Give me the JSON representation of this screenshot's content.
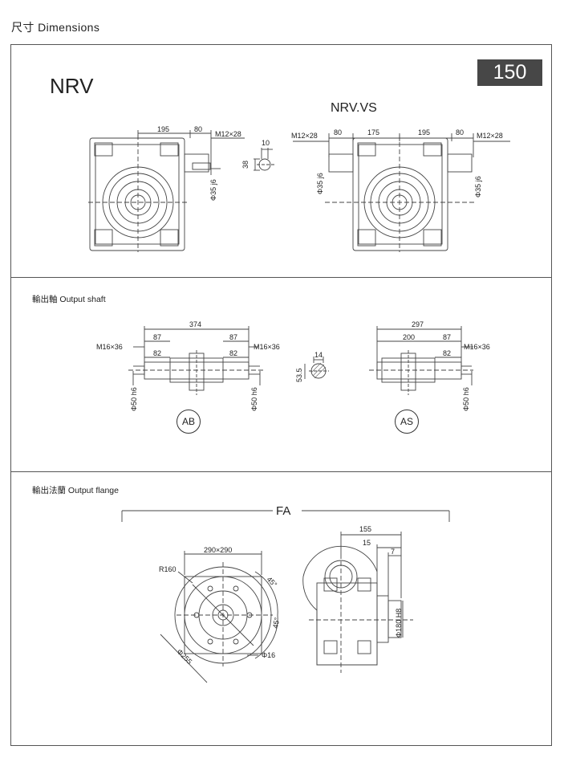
{
  "header": {
    "title": "尺寸 Dimensions"
  },
  "top": {
    "model": "NRV",
    "size_badge": "150",
    "variant": "NRV.VS",
    "dims": {
      "d195": "195",
      "d80": "80",
      "m12": "M12×28",
      "d10": "10",
      "d38": "38",
      "phi35": "Φ35 j6",
      "d175": "175"
    }
  },
  "output_shaft": {
    "title": "輸出軸 Output shaft",
    "dims": {
      "d374": "374",
      "d87": "87",
      "d82": "82",
      "m16": "M16×36",
      "d14": "14",
      "d53": "53.5",
      "phi50": "Φ50 h6",
      "d297": "297",
      "d200": "200"
    },
    "label_ab": "AB",
    "label_as": "AS"
  },
  "output_flange": {
    "title": "輸出法蘭  Output flange",
    "fa": "FA",
    "dims": {
      "sq": "290×290",
      "r160": "R160",
      "a45a": "45°",
      "a45b": "45°",
      "d255": "Φ255",
      "d16": "Φ16",
      "d155": "155",
      "d15": "15",
      "d7": "7",
      "d180": "Φ180 H8"
    }
  }
}
